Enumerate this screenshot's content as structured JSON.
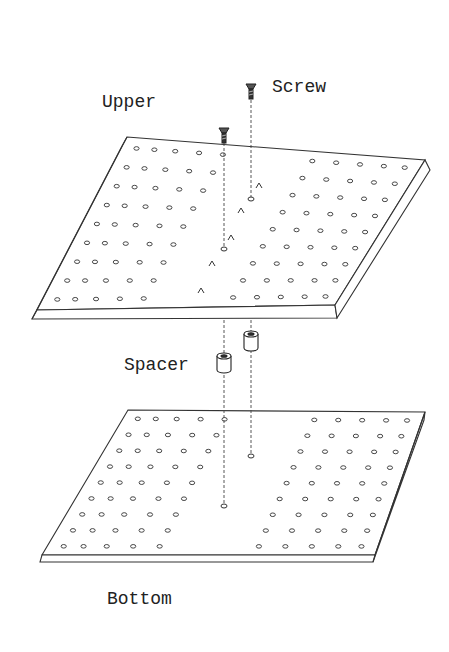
{
  "diagram": {
    "labels": [
      "Screw",
      "Upper",
      "Spacer",
      "Bottom"
    ]
  }
}
